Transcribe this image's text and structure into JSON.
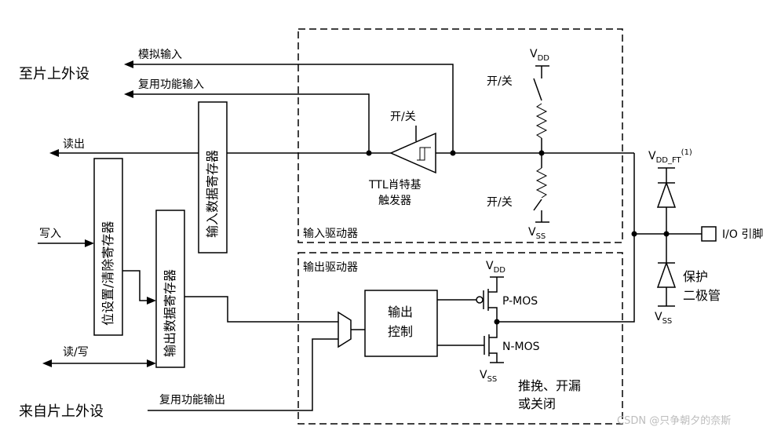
{
  "labels": {
    "to_peripheral": "至片上外设",
    "analog_input": "模拟输入",
    "alt_func_input": "复用功能输入",
    "read_out": "读出",
    "write_in": "写入",
    "read_write": "读/写",
    "from_peripheral": "来自片上外设",
    "alt_func_output": "复用功能输出",
    "bit_set_reset_reg": "位设置/清除寄存器",
    "input_data_reg": "输入数据寄存器",
    "output_data_reg": "输出数据寄存器",
    "switch_on_off_top": "开/关",
    "switch_on_off_pu": "开/关",
    "switch_on_off_pd": "开/关",
    "ttl_line1": "TTL肖特基",
    "ttl_line2": "触发器",
    "input_driver": "输入驱动器",
    "output_driver": "输出驱动器",
    "output_control_line1": "输出",
    "output_control_line2": "控制",
    "pmos": "P-MOS",
    "nmos": "N-MOS",
    "push_pull_line1": "推挽、开漏",
    "push_pull_line2": "或关闭",
    "io_pin": "I/O 引脚",
    "protect_line1": "保护",
    "protect_line2": "二极管",
    "v": "V",
    "dd": "DD",
    "ss": "SS",
    "dd_ft": "DD_FT",
    "footnote_mark": "(1)",
    "watermark": "CSDN @只争朝夕的奈斯"
  }
}
